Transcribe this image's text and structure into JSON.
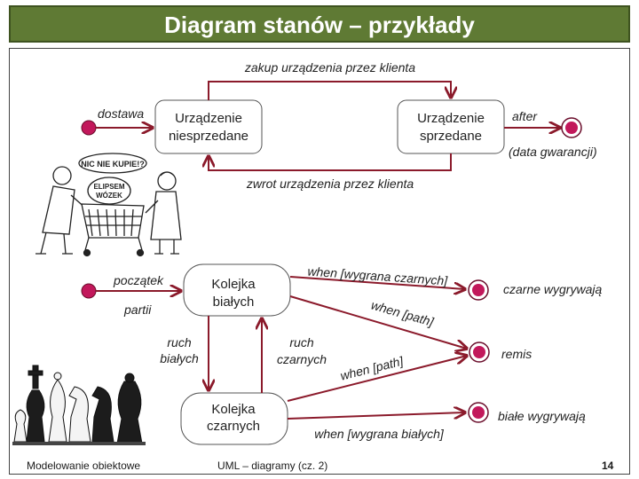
{
  "title": "Diagram stanów – przykłady",
  "top_diagram": {
    "purchase": "zakup urządzenia przez klienta",
    "delivery": "dostawa",
    "state_unsold_line1": "Urządzenie",
    "state_unsold_line2": "niesprzedane",
    "state_sold_line1": "Urządzenie",
    "state_sold_line2": "sprzedane",
    "after": "after",
    "warranty": "(data gwarancji)",
    "return": "zwrot urządzenia przez klienta",
    "cartoon_sign1": "NIC NIE KUPIE!?",
    "cartoon_sign2_line1": "ELIPSEM",
    "cartoon_sign2_line2": "WÓZEK"
  },
  "chess_diagram": {
    "start": "początek",
    "game": "partii",
    "white_queue_line1": "Kolejka",
    "white_queue_line2": "białych",
    "black_queue_line1": "Kolejka",
    "black_queue_line2": "czarnych",
    "white_move_line1": "ruch",
    "white_move_line2": "białych",
    "black_move_line1": "ruch",
    "black_move_line2": "czarnych",
    "when_black_won": "when [wygrana czarnych]",
    "when_path_1": "when [path]",
    "when_path_2": "when [path]",
    "when_white_won": "when [wygrana białych]",
    "black_wins": "czarne wygrywają",
    "draw": "remis",
    "white_wins": "białe wygrywają"
  },
  "footer": {
    "left": "Modelowanie obiektowe",
    "center": "UML – diagramy (cz. 2)",
    "page": "14"
  },
  "colors": {
    "title_bg": "#5f7a34",
    "arrow": "#8b1a2b",
    "node_fill": "#c2185b",
    "state_border": "#555555"
  }
}
